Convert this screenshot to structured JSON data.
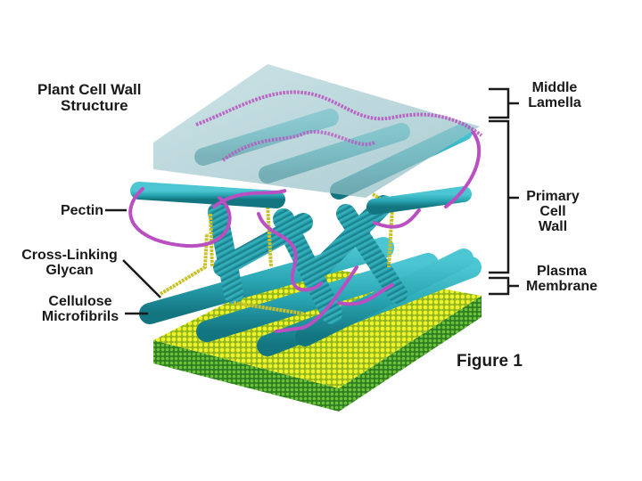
{
  "title": [
    "Plant Cell Wall",
    "Structure"
  ],
  "labels": {
    "pectin": "Pectin",
    "cross_linking_glycan": [
      "Cross-Linking",
      "Glycan"
    ],
    "cellulose_microfibrils": [
      "Cellulose",
      "Microfibrils"
    ],
    "middle_lamella": [
      "Middle",
      "Lamella"
    ],
    "primary_cell_wall": [
      "Primary",
      "Cell",
      "Wall"
    ],
    "plasma_membrane": [
      "Plasma",
      "Membrane"
    ]
  },
  "figure_caption": "Figure 1",
  "colors": {
    "lamella": "#9fc6cc",
    "fibril": "#2aa7b4",
    "fibril_dark": "#16717c",
    "pectin": "#b94fc0",
    "glycan": "#c9c12a",
    "membrane_head": "#e3e51f",
    "membrane_tail": "#3f9b2d"
  }
}
